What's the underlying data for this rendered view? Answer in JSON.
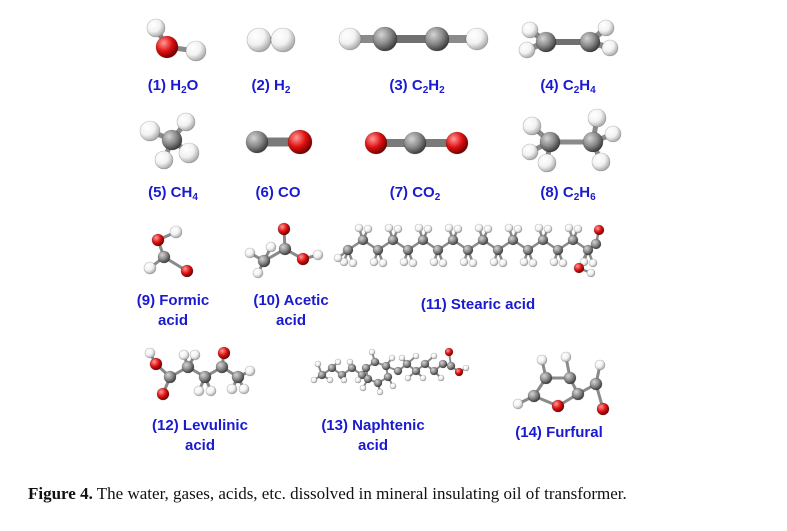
{
  "figure": {
    "caption_label": "Figure 4.",
    "caption_text": " The water, gases, acids, etc. dissolved in mineral insulating oil of transformer."
  },
  "colors": {
    "label": "#1a1ad0",
    "carbon": "#8a8a8a",
    "oxygen": "#e01010",
    "hydrogen": "#f2f2f2",
    "bond": "#888888"
  },
  "molecules": [
    {
      "id": "1",
      "num": "(1)",
      "pre": "H",
      "sub1": "2",
      "post": "O",
      "sub2": "",
      "icon": "water-molecule-icon"
    },
    {
      "id": "2",
      "num": "(2)",
      "pre": "H",
      "sub1": "2",
      "post": "",
      "sub2": "",
      "icon": "hydrogen-molecule-icon"
    },
    {
      "id": "3",
      "num": "(3)",
      "pre": "C",
      "sub1": "2",
      "post": "H",
      "sub2": "2",
      "icon": "acetylene-molecule-icon"
    },
    {
      "id": "4",
      "num": "(4)",
      "pre": "C",
      "sub1": "2",
      "post": "H",
      "sub2": "4",
      "icon": "ethylene-molecule-icon"
    },
    {
      "id": "5",
      "num": "(5)",
      "pre": "CH",
      "sub1": "4",
      "post": "",
      "sub2": "",
      "icon": "methane-molecule-icon"
    },
    {
      "id": "6",
      "num": "(6)",
      "pre": "CO",
      "sub1": "",
      "post": "",
      "sub2": "",
      "icon": "carbon-monoxide-molecule-icon"
    },
    {
      "id": "7",
      "num": "(7)",
      "pre": "CO",
      "sub1": "2",
      "post": "",
      "sub2": "",
      "icon": "carbon-dioxide-molecule-icon"
    },
    {
      "id": "8",
      "num": "(8)",
      "pre": "C",
      "sub1": "2",
      "post": "H",
      "sub2": "6",
      "icon": "ethane-molecule-icon"
    },
    {
      "id": "9",
      "num": "(9)",
      "line1": "Formic",
      "line2": "acid",
      "icon": "formic-acid-molecule-icon"
    },
    {
      "id": "10",
      "num": "(10)",
      "line1": "Acetic",
      "line2": "acid",
      "icon": "acetic-acid-molecule-icon"
    },
    {
      "id": "11",
      "num": "(11)",
      "line1": "Stearic acid",
      "line2": "",
      "icon": "stearic-acid-molecule-icon"
    },
    {
      "id": "12",
      "num": "(12)",
      "line1": "Levulinic",
      "line2": "acid",
      "icon": "levulinic-acid-molecule-icon"
    },
    {
      "id": "13",
      "num": "(13)",
      "line1": "Naphtenic",
      "line2": "acid",
      "icon": "naphtenic-acid-molecule-icon"
    },
    {
      "id": "14",
      "num": "(14)",
      "line1": "Furfural",
      "line2": "",
      "icon": "furfural-molecule-icon"
    }
  ]
}
